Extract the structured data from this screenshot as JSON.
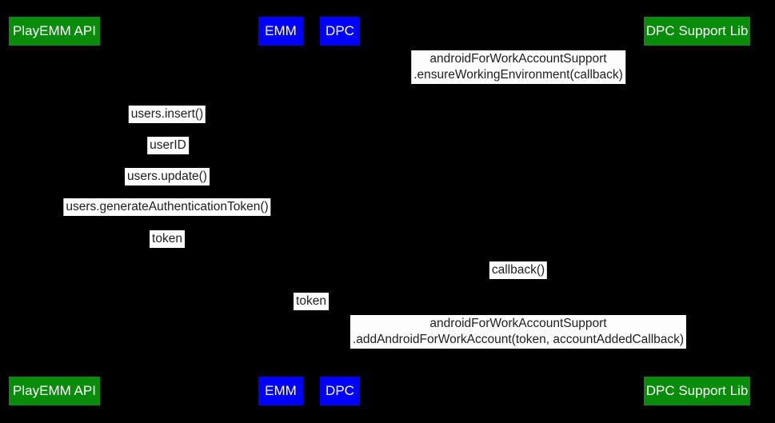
{
  "colors": {
    "background": "#000000",
    "actor_green": "#098c09",
    "actor_blue": "#0000fb",
    "actor_text": "#ffffff",
    "message_bg": "#fdfdfd",
    "message_text": "#212121"
  },
  "actors": [
    {
      "label": "PlayEMM API",
      "color": "green"
    },
    {
      "label": "EMM",
      "color": "blue"
    },
    {
      "label": "DPC",
      "color": "blue"
    },
    {
      "label": "DPC Support Lib",
      "color": "green"
    }
  ],
  "messages": [
    {
      "line1": "androidForWorkAccountSupport",
      "line2": ".ensureWorkingEnvironment(callback)"
    },
    {
      "line1": "users.insert()"
    },
    {
      "line1": "userID"
    },
    {
      "line1": "users.update()"
    },
    {
      "line1": "users.generateAuthenticationToken()"
    },
    {
      "line1": "token"
    },
    {
      "line1": "callback()"
    },
    {
      "line1": "token"
    },
    {
      "line1": "androidForWorkAccountSupport",
      "line2": ".addAndroidForWorkAccount(token, accountAddedCallback)"
    }
  ]
}
